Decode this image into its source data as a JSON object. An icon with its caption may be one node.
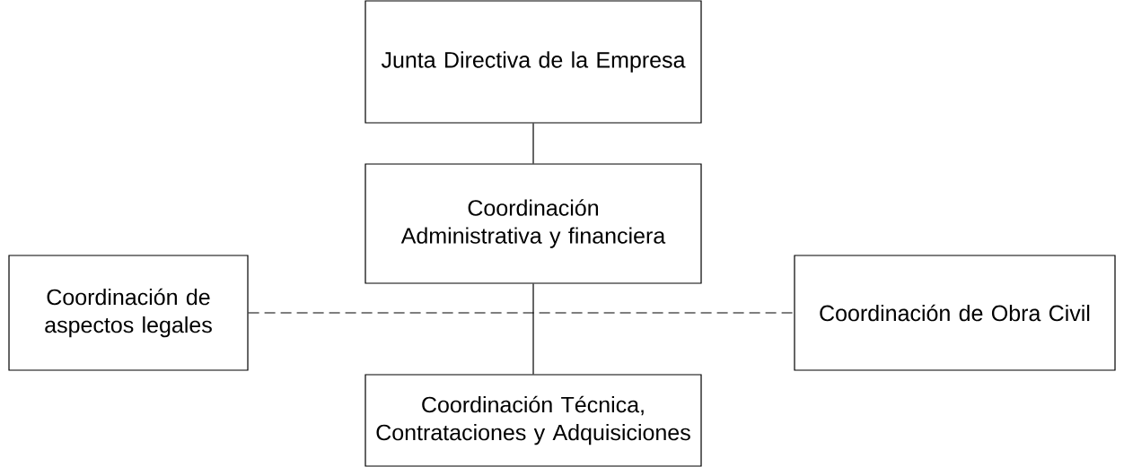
{
  "diagram": {
    "nodes": [
      {
        "text": [
          "Junta Directiva de la Empresa"
        ]
      },
      {
        "text": [
          "Coordinación Administrativa y financiera"
        ]
      },
      {
        "text": [
          "Coordinación de aspectos legales"
        ]
      },
      {
        "text": [
          "Coordinación de Obra Civil"
        ]
      },
      {
        "text": [
          "Coordinación Técnica, Contrataciones y Adquisiciones"
        ]
      }
    ],
    "edges": [
      {
        "from": 0,
        "to": 1,
        "arrow": "none"
      },
      {
        "from": 1,
        "to": 4,
        "arrow": "none"
      },
      {
        "from": 2,
        "to": 3,
        "arrow": "none",
        "style": "dashed"
      }
    ]
  }
}
